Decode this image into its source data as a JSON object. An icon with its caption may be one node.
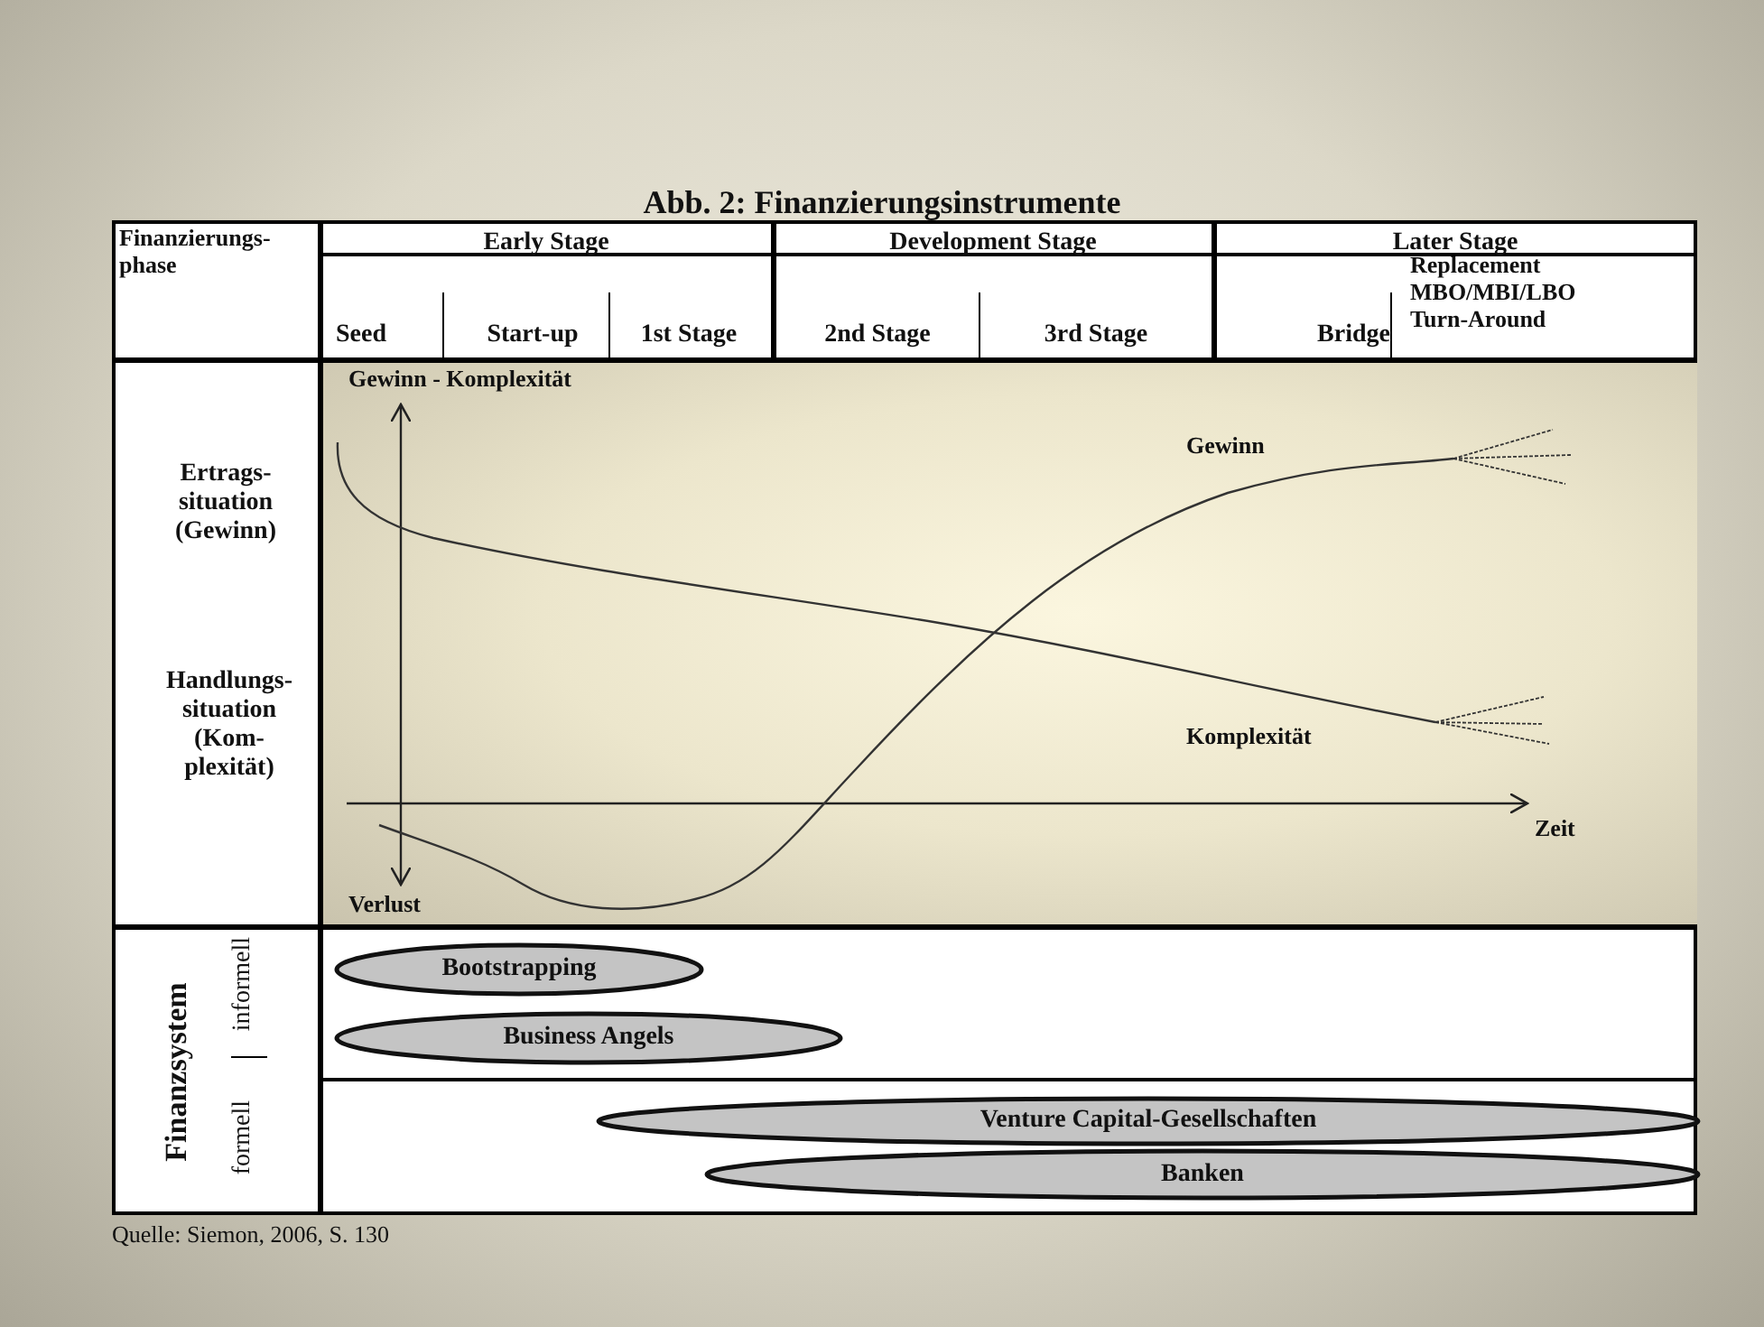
{
  "diagram": {
    "title": "Abb. 2: Finanzierungsinstrumente",
    "nodes": [
      {
        "text": [
          "Bootstrapping"
        ]
      },
      {
        "text": [
          "Business Angels"
        ]
      },
      {
        "text": [
          "Venture Capital-Gesellschaften"
        ]
      },
      {
        "text": [
          "Banken"
        ]
      }
    ],
    "labels": [
      "Finanzierungs- phase",
      "Early Stage",
      "Development Stage",
      "Later Stage",
      "Seed",
      "Start-up",
      "1st Stage",
      "2nd Stage",
      "3rd Stage",
      "Bridge",
      "Replacement MBO/MBI/LBO Turn-Around",
      "Ertrags- situation (Gewinn)",
      "Gewinn - Komplexität",
      "Gewinn",
      "Handlungs- situation (Kom- plexität)",
      "Komplexität",
      "Zeit",
      "Verlust",
      "Finanzsystem",
      "informell",
      "formell",
      "Quelle: Siemon, 2006, S. 130"
    ]
  }
}
